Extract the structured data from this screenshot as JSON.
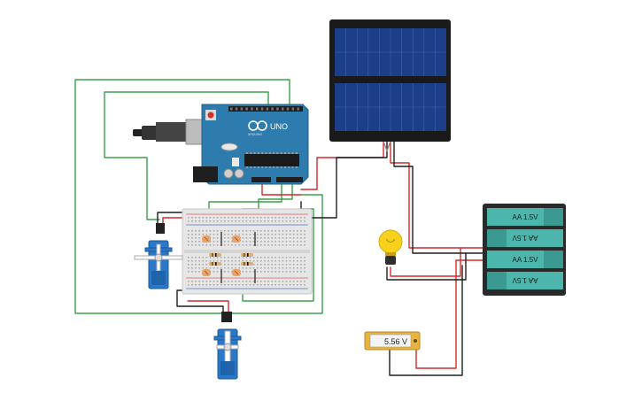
{
  "arduino": {
    "brand": "UNO",
    "logo": "arduino-infinity-logo"
  },
  "battery": {
    "cells": [
      {
        "label": "AA 1.5V",
        "flipped": false
      },
      {
        "label": "AA 1.5V",
        "flipped": true
      },
      {
        "label": "AA 1.5V",
        "flipped": false
      },
      {
        "label": "AA 1.5V",
        "flipped": true
      }
    ]
  },
  "voltmeter": {
    "reading": "5.56 V"
  },
  "colors": {
    "wire_green": "#3aa14a",
    "wire_red": "#d42a2a",
    "wire_black": "#1e1e1e",
    "arduino_board": "#2e7cad",
    "battery_cell": "#4db6ac",
    "bulb": "#f7d11b",
    "voltmeter_frame": "#e7b53f",
    "servo": "#2a78c7",
    "solar_cell": "#1d3f8a"
  }
}
